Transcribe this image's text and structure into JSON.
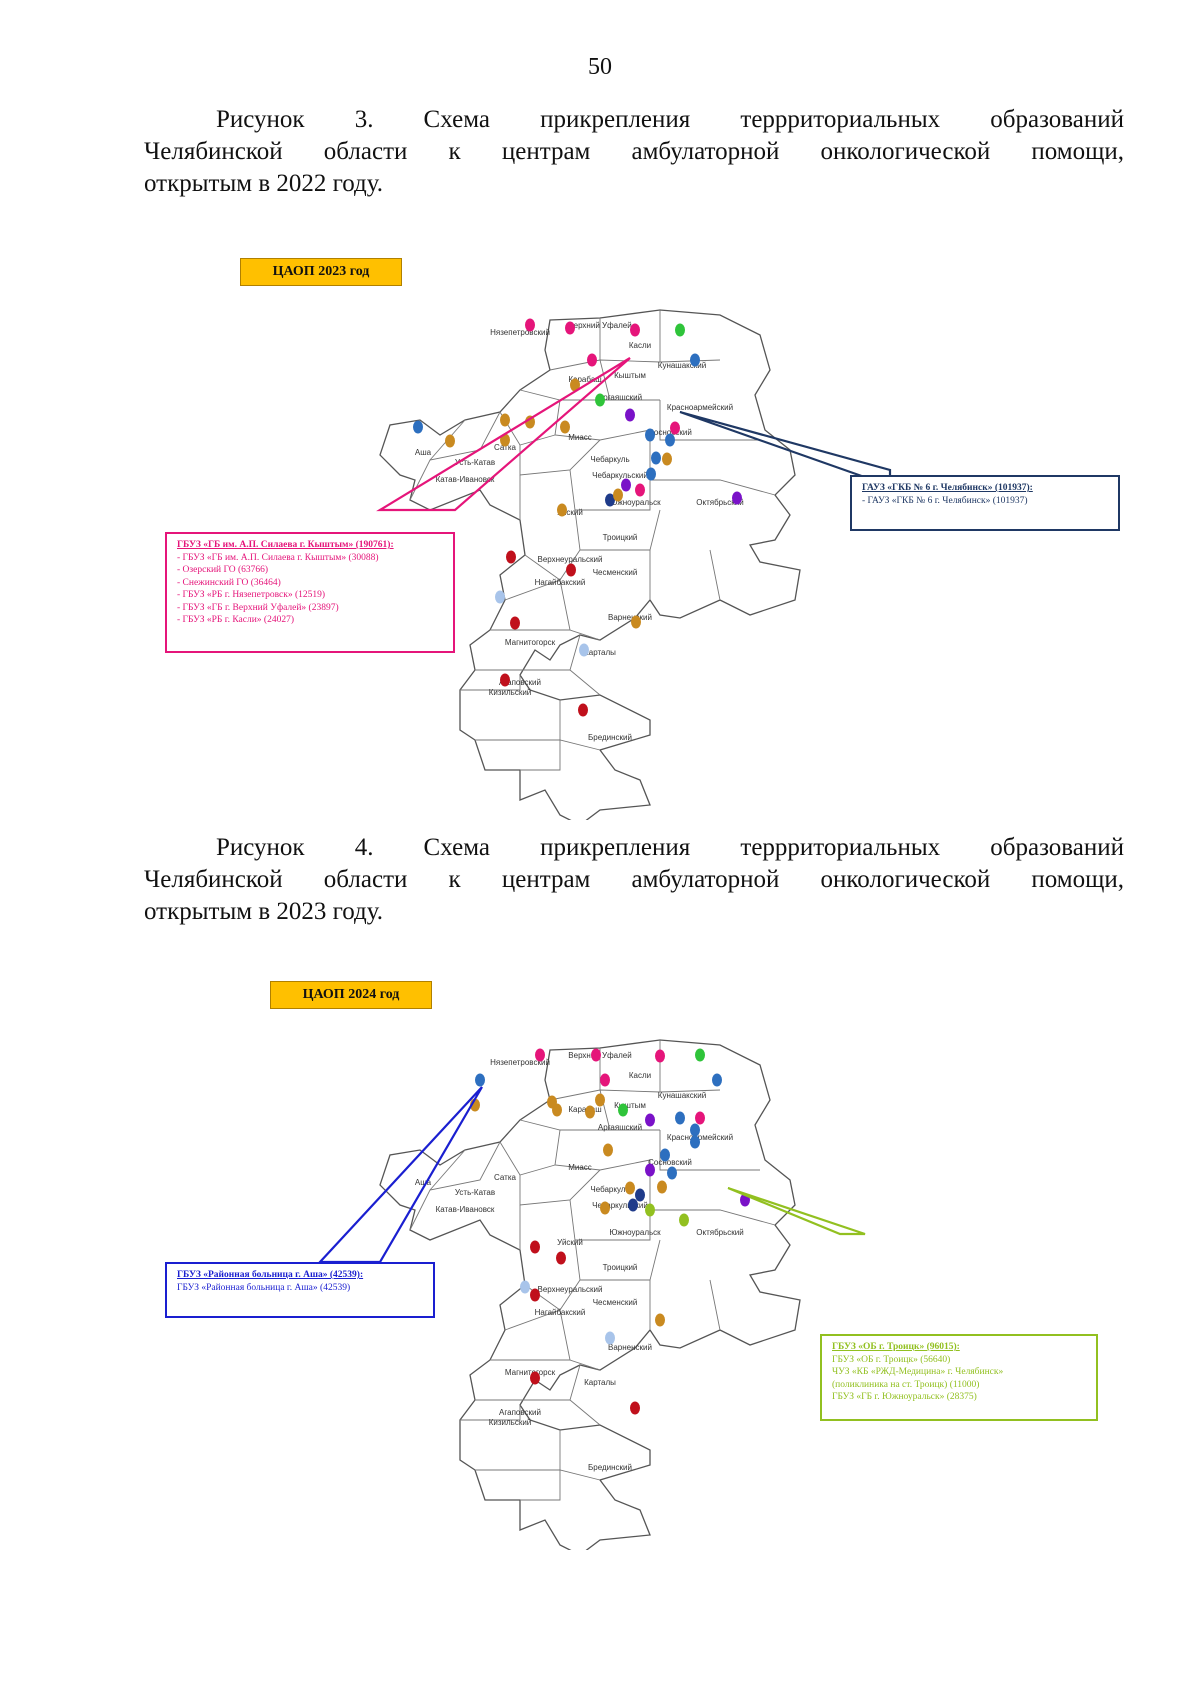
{
  "page_number": "50",
  "figure3": {
    "caption": {
      "line1": "Рисунок 3. Схема прикрепления террриториальных образований",
      "line2": "Челябинской области к центрам амбулаторной онкологической помощи,",
      "line3": "открытым в 2022 году."
    },
    "map_title": "ЦАОП 2023 год",
    "colors": {
      "callout_pink": "#e5157a",
      "callout_navy": "#1f3864"
    },
    "district_labels": [
      "Нязепетровский",
      "Верхний Уфалей",
      "Касли",
      "Кыштым",
      "Карабаш",
      "Кунашакский",
      "Аргаяшский",
      "Красноармейский",
      "Сосновский",
      "Сатка",
      "Миасс",
      "Аша",
      "Усть-Катав",
      "Катав-Ивановск",
      "Чебаркуль",
      "Чебаркульский",
      "Октябрьский",
      "Уйский",
      "Южноуральск",
      "Троицкий",
      "Нагайбакский",
      "Верхнеуральский",
      "Чесменский",
      "Варненский",
      "Магнитогорск",
      "Агаповский",
      "Карталы",
      "Кизильский",
      "Брединский"
    ],
    "callouts": [
      {
        "id": "kyshtym",
        "head": "ГБУЗ «ГБ им. А.П. Силаева г. Кыштым» (190761):",
        "lines": [
          "- ГБУЗ «ГБ им. А.П. Силаева г. Кыштым» (30088)",
          "- Озерский ГО (63766)",
          "- Снежинский ГО (36464)",
          "- ГБУЗ «РБ г. Нязепетровск» (12519)",
          "- ГБУЗ «ГБ г. Верхний Уфалей» (23897)",
          "- ГБУЗ «РБ г. Касли» (24027)"
        ]
      },
      {
        "id": "gkb6",
        "head": "ГАУЗ «ГКБ № 6 г. Челябинск» (101937):",
        "lines": [
          "- ГАУЗ «ГКБ № 6 г. Челябинск» (101937)"
        ]
      }
    ]
  },
  "figure4": {
    "caption": {
      "line1": "Рисунок 4. Схема прикрепления террриториальных образований",
      "line2": "Челябинской области к центрам амбулаторной онкологической помощи,",
      "line3": "открытым в 2023 году."
    },
    "map_title": "ЦАОП 2024 год",
    "colors": {
      "callout_blue": "#1a1fd0",
      "callout_green": "#92c020"
    },
    "district_labels": [
      "Нязепетровский",
      "Верхний Уфалей",
      "Касли",
      "Кыштым",
      "Карабаш",
      "Кунашакский",
      "Аргаяшский",
      "Красноармейский",
      "Сосновский",
      "Сатка",
      "Миасс",
      "Аша",
      "Усть-Катав",
      "Катав-Ивановск",
      "Чебаркуль",
      "Чебаркульский",
      "Октябрьский",
      "Уйский",
      "Южноуральск",
      "Троицкий",
      "Нагайбакский",
      "Верхнеуральский",
      "Чесменский",
      "Варненский",
      "Магнитогорск",
      "Агаповский",
      "Карталы",
      "Кизильский",
      "Брединский"
    ],
    "callouts": [
      {
        "id": "asha",
        "head": "ГБУЗ «Районная больница г. Аша» (42539):",
        "lines": [
          "ГБУЗ «Районная больница г. Аша» (42539)"
        ]
      },
      {
        "id": "troitsk",
        "head": "ГБУЗ «ОБ г. Троицк» (96015):",
        "lines": [
          "ГБУЗ «ОБ г. Троицк» (56640)",
          "ЧУЗ «КБ «РЖД-Медицина» г. Челябинск»",
          "(поликлиника на ст. Троицк) (11000)",
          "ГБУЗ «ГБ г. Южноуральск» (28375)"
        ]
      }
    ]
  }
}
